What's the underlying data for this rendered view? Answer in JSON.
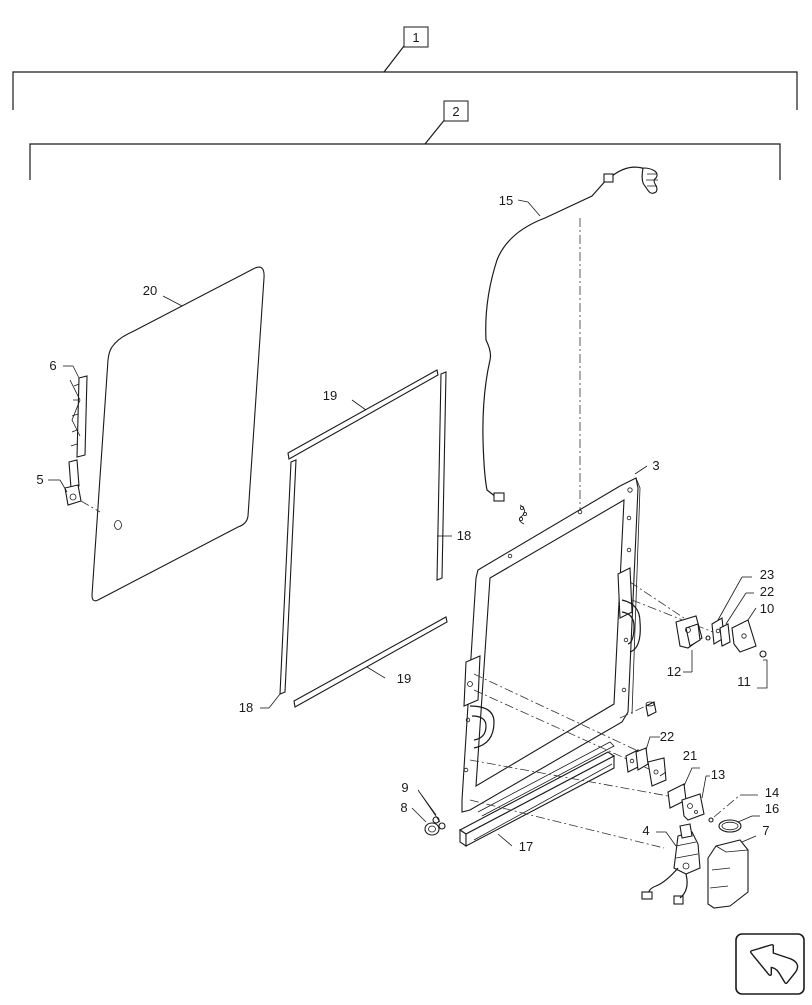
{
  "callouts": {
    "c1": "1",
    "c2": "2",
    "c3": "3",
    "c4": "4",
    "c5": "5",
    "c6": "6",
    "c7": "7",
    "c8": "8",
    "c9": "9",
    "c10": "10",
    "c11": "11",
    "c12": "12",
    "c13": "13",
    "c14": "14",
    "c15": "15",
    "c16": "16",
    "c17": "17",
    "c18a": "18",
    "c18b": "18",
    "c19a": "19",
    "c19b": "19",
    "c20": "20",
    "c21": "21",
    "c22a": "22",
    "c22b": "22",
    "c23": "23"
  }
}
